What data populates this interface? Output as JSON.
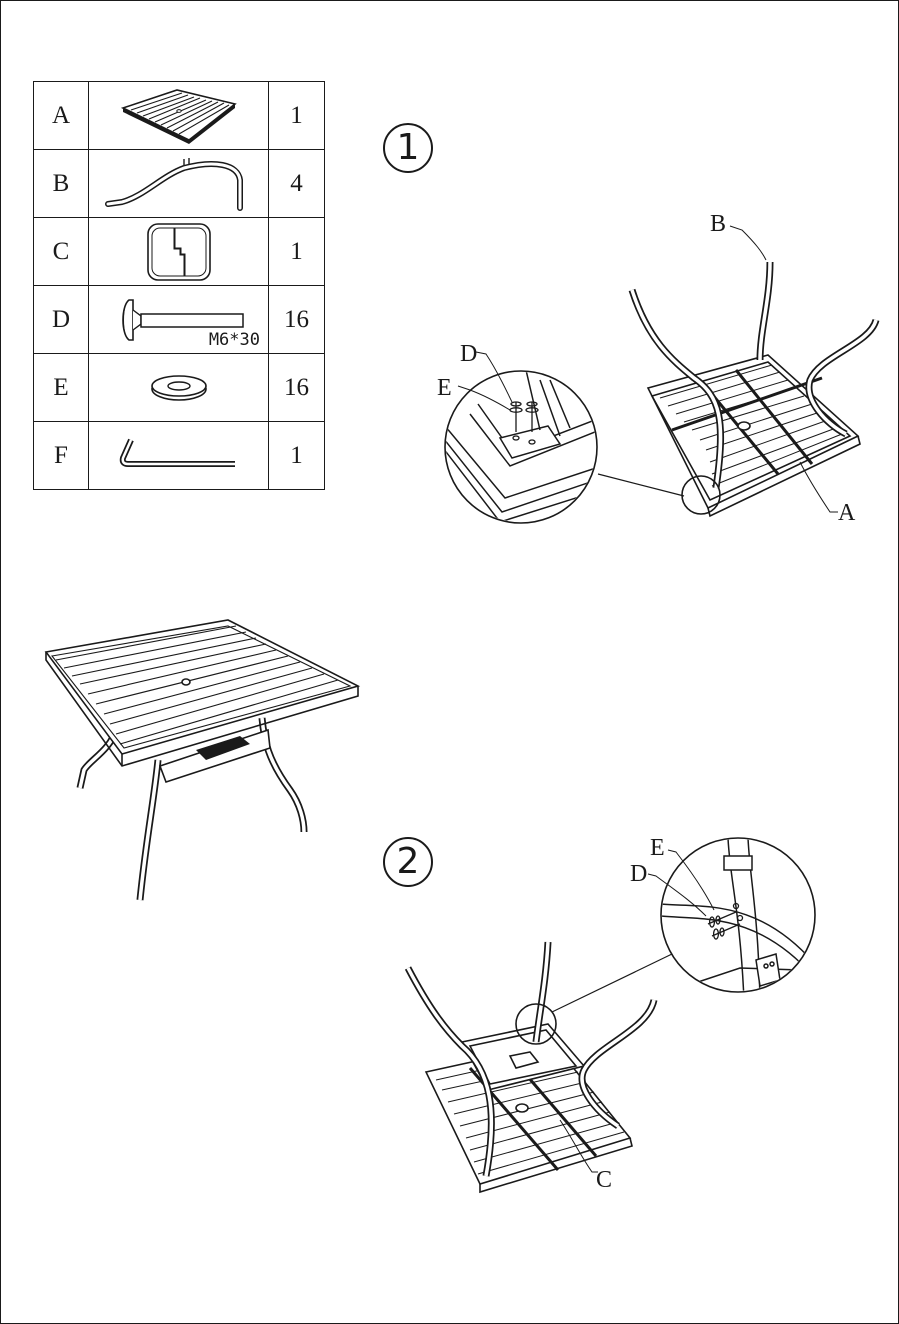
{
  "parts_table": {
    "rows": [
      {
        "letter": "A",
        "qty": "1",
        "icon": "tabletop-icon"
      },
      {
        "letter": "B",
        "qty": "4",
        "icon": "leg-icon"
      },
      {
        "letter": "C",
        "qty": "1",
        "icon": "center-bracket-icon"
      },
      {
        "letter": "D",
        "qty": "16",
        "icon": "bolt-icon",
        "spec": "M6*30"
      },
      {
        "letter": "E",
        "qty": "16",
        "icon": "washer-icon"
      },
      {
        "letter": "F",
        "qty": "1",
        "icon": "allen-key-icon"
      }
    ]
  },
  "step1": {
    "number": "1",
    "labels": {
      "top_leg": "B",
      "tabletop": "A",
      "bolt": "D",
      "washer": "E"
    }
  },
  "step2": {
    "number": "2",
    "labels": {
      "washer": "E",
      "bolt": "D",
      "bracket": "C"
    }
  },
  "colors": {
    "line": "#1a1a1a",
    "background": "#ffffff"
  }
}
